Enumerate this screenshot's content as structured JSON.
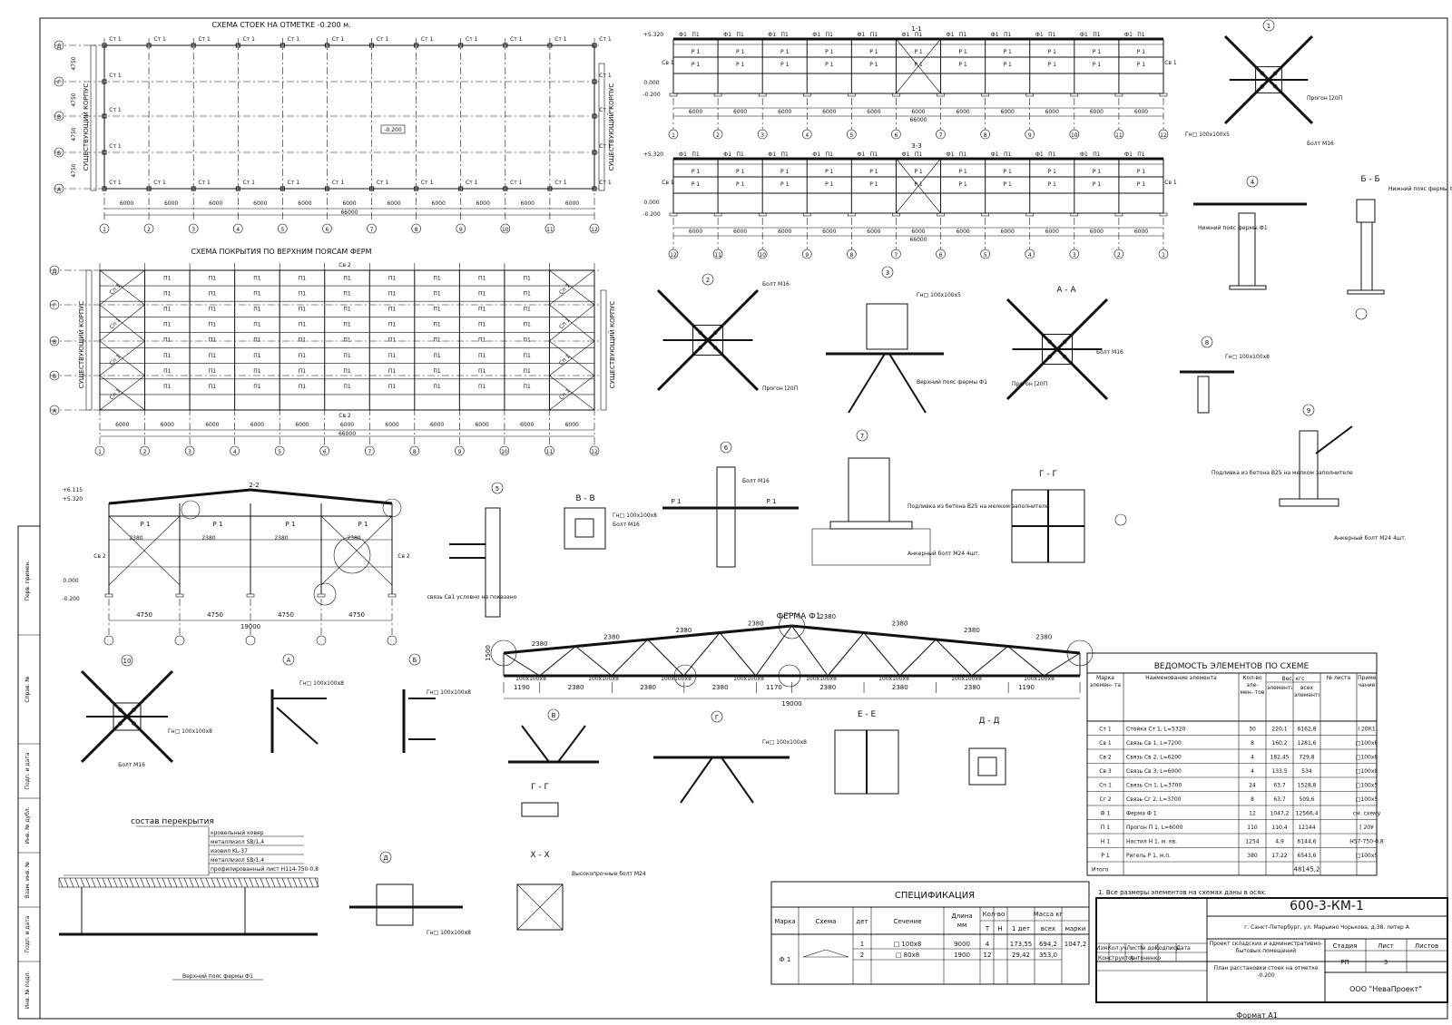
{
  "drawing": {
    "plan_columns": {
      "title": "СХЕМА СТОЕК НА ОТМЕТКЕ -0.200 м.",
      "elev_tag": "-0.200"
    },
    "plan_roof": {
      "title": "СХЕМА ПОКРЫТИЯ ПО ВЕРХНИМ ПОЯСАМ ФЕРМ"
    },
    "existing_building": "СУЩЕСТВУЮЩИЙ КОРПУС",
    "axes_numbers": [
      "1",
      "2",
      "3",
      "4",
      "5",
      "6",
      "7",
      "8",
      "9",
      "10",
      "11",
      "12"
    ],
    "axes_letters": [
      "Д",
      "Г",
      "В",
      "Б",
      "А"
    ],
    "bay_dims": [
      "6000",
      "6000",
      "6000",
      "6000",
      "6000",
      "6000",
      "6000",
      "6000",
      "6000",
      "6000",
      "6000"
    ],
    "total_length": "66000",
    "span_dims": [
      "4750",
      "4750",
      "4750",
      "4750"
    ],
    "total_span": "19000",
    "labels": {
      "column": "Ст 1",
      "purlin": "П1",
      "rail": "Р 1",
      "brace_cs1": "Св 1",
      "brace_cs2": "Св 2",
      "tie": "Сг 2",
      "truss": "Ф1",
      "strut": "Сп 1"
    },
    "elevations": {
      "top": "+5.320",
      "top2": "+6.115",
      "zero": "0.000",
      "bottom": "-0.200"
    },
    "sections": {
      "s11": "1-1",
      "s33": "3-3",
      "s22": "2-2",
      "aa": "А - А",
      "bb": "Б - Б",
      "vv": "В - В",
      "gg": "Г - Г",
      "ee": "Е - Е",
      "dd": "Д - Д",
      "xx": "Х - Х"
    },
    "truss_title": "ФЕРМА Ф1",
    "truss_dims": [
      "1190",
      "2380",
      "2380",
      "2380",
      "1170",
      "2380",
      "2380",
      "2380",
      "1190"
    ],
    "truss_top_dims": [
      "2380",
      "2380",
      "2380",
      "2380",
      "2380",
      "2380",
      "2380",
      "2380"
    ],
    "truss_height": "1500",
    "node_labels": [
      "1",
      "2",
      "3",
      "4",
      "5",
      "6",
      "7",
      "8",
      "9",
      "10",
      "А",
      "Б",
      "В",
      "Г",
      "Д"
    ],
    "callouts": {
      "bolt": "Болт М16",
      "bolt24": "Анкерный болт М24 4шт.",
      "purlin_c": "Прогон [20П",
      "gn": "Гн□ 100х100х5",
      "gn8": "Гн□ 100х100х8",
      "upper_chord": "Верхний пояс фермы Ф1",
      "lower_chord": "Нижний пояс фермы Ф1",
      "concrete": "Подливка из бетона В25 на мелком заполнителе",
      "hs_bolt": "Высокопрочные болт М24",
      "connection_note": "связь Св1 условно не показано"
    },
    "floor_title": "состав перекрытия",
    "floor_layers": [
      "кровельный ковер",
      "металлизол SB/1,4",
      "изовил KL-37",
      "металлизол SB/1,4",
      "профилированный лист Н114-750-0,8"
    ],
    "floor_callout": "Верхний пояс фермы Ф1"
  },
  "vedomost": {
    "title": "ВЕДОМОСТЬ ЭЛЕМЕНТОВ ПО СХЕМЕ",
    "headers": [
      "Марка элемен- та",
      "Наименование элемента",
      "Кол-во эле- мен- тов",
      "Вес, кгс элемента",
      "Вес, кгс всех элементов",
      "№ листа",
      "Приме- чание"
    ],
    "weight_header": "Вес, кгс",
    "rows": [
      [
        "Ст 1",
        "Стойка Ст 1, L=5320",
        "30",
        "220,1",
        "6162,8",
        "",
        "I 20К1"
      ],
      [
        "Св 1",
        "Связь Св 1, L=7200",
        "8",
        "160,2",
        "1281,6",
        "",
        "□100х8"
      ],
      [
        "Св 2",
        "Связь Св 2, L=6200",
        "4",
        "182,45",
        "729,8",
        "",
        "□100х8"
      ],
      [
        "Св 3",
        "Связь Св 3, L=6000",
        "4",
        "133,5",
        "534",
        "",
        "□100х8"
      ],
      [
        "Сп 1",
        "Связь Сп 1, L=3700",
        "24",
        "63,7",
        "1528,8",
        "",
        "□100х5"
      ],
      [
        "Сг 2",
        "Связь Сг 2, L=3700",
        "8",
        "63,7",
        "509,6",
        "",
        "□100х5"
      ],
      [
        "Ф 1",
        "Ферма Ф 1",
        "12",
        "1047,2",
        "12566,4",
        "",
        "см. схему"
      ],
      [
        "П 1",
        "Прогон П 1, L=6000",
        "110",
        "110,4",
        "12144",
        "",
        "[ 20У"
      ],
      [
        "Н 1",
        "Настил Н 1, м. кв.",
        "1254",
        "4,9",
        "6144,6",
        "",
        "Н57-750-0,8"
      ],
      [
        "Р 1",
        "Ригель Р 1, м.п.",
        "380",
        "17,22",
        "6543,6",
        "",
        "□100х5"
      ]
    ],
    "total_label": "Итого",
    "total": "48145,2"
  },
  "spec": {
    "title": "СПЕЦИФИКАЦИЯ",
    "headers": [
      "Марка",
      "Схема",
      "дет",
      "Сечение",
      "Длина мм",
      "Кол-во",
      "Т",
      "Н",
      "Масса кг",
      "1 дет",
      "всех",
      "марки"
    ],
    "mark": "Ф 1",
    "rows": [
      [
        "1",
        "□ 100х8",
        "9000",
        "4",
        "173,55",
        "694,2"
      ],
      [
        "2",
        "□ 80х8",
        "1900",
        "12",
        "29,42",
        "353,0"
      ]
    ],
    "mark_total": "1047,2"
  },
  "note": "1. Все размеры элементов на схемах даны в осях.",
  "stamp": {
    "code": "600-3-КМ-1",
    "address": "г. Санкт-Петербург, ул. Марьино Чорькова, д.38, литер А",
    "project": "Проект складских и административно-бытовых помещений",
    "sheet_title": "План расстановки стоек на отметке -0.200",
    "headers": [
      "Изм.",
      "Кол.уч",
      "Лист",
      "№ док.",
      "Подпись",
      "Дата"
    ],
    "constructor_label": "Конструктор",
    "constructor": "Антоненко",
    "stage_label": "Стадия",
    "sheet_label": "Лист",
    "sheets_label": "Листов",
    "stage": "РП",
    "sheet": "3",
    "company": "ООО \"НеваПроект\"",
    "format": "Формат А1"
  },
  "side_stamp": [
    "Перв. примен.",
    "Справ. №",
    "Подп. и дата",
    "Инв. № дубл.",
    "Взам. инв. №",
    "Подп. и дата",
    "Инв. № подл."
  ]
}
